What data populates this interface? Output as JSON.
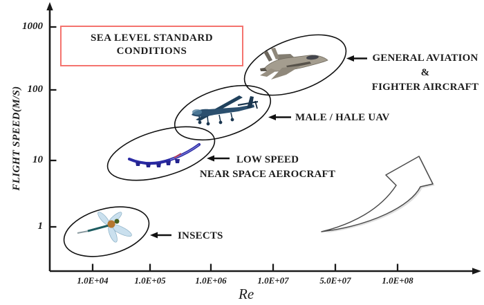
{
  "figure": {
    "condition_box": {
      "line1": "SEA LEVEL STANDARD",
      "line2": "CONDITIONS",
      "border_color": "#f4736e"
    },
    "y_axis": {
      "label": "FLIGHT SPEED(M/S)",
      "ticks": [
        "1000",
        "100",
        "10",
        "1"
      ]
    },
    "x_axis": {
      "label": "Re",
      "ticks": [
        "1.0E+04",
        "1.0E+05",
        "1.0E+06",
        "1.0E+07",
        "5.0E+07",
        "1.0E+08"
      ]
    },
    "annotations": {
      "general_aviation": {
        "line1": "GENERAL AVIATION",
        "line2": "&",
        "line3": "FIGHTER AIRCRAFT"
      },
      "male_hale": {
        "label": "MALE / HALE UAV"
      },
      "near_space": {
        "line1": "LOW SPEED",
        "line2": "NEAR SPACE AEROCRAFT"
      },
      "insects": {
        "label": "INSECTS"
      }
    },
    "icons": {
      "insects": "dragonfly-image",
      "near_space": "solar-wing-uav-image",
      "male_hale": "uav-drone-image",
      "general_aviation": "fighter-jet-image",
      "trend": "upward-curved-arrow-icon"
    },
    "colors": {
      "axis": "#1a1a1a",
      "ellipse": "#111111",
      "box_border": "#f4736e",
      "text": "#1c1c1c"
    }
  },
  "chart_data": {
    "type": "scatter",
    "title": "Flight regimes: flight speed vs Reynolds number at sea level standard conditions",
    "xlabel": "Re",
    "ylabel": "FLIGHT SPEED(M/S)",
    "x_scale": "log",
    "y_scale": "log",
    "x_tick_labels": [
      "1.0E+04",
      "1.0E+05",
      "1.0E+06",
      "1.0E+07",
      "5.0E+07",
      "1.0E+08"
    ],
    "y_tick_labels": [
      1,
      10,
      100,
      1000
    ],
    "xlim": [
      3000.0,
      200000000.0
    ],
    "ylim": [
      0.3,
      2000
    ],
    "grid": false,
    "annotation_box": "SEA LEVEL STANDARD CONDITIONS",
    "regions": [
      {
        "label": "INSECTS",
        "re_range": [
          3000.0,
          90000.0
        ],
        "speed_range_m_s": [
          0.35,
          2.1
        ],
        "center_re": 17000.0,
        "center_speed_m_s": 0.9
      },
      {
        "label": "LOW SPEED NEAR SPACE AEROCRAFT",
        "re_range": [
          18000.0,
          1200000.0
        ],
        "speed_range_m_s": [
          4.8,
          32
        ],
        "center_re": 150000.0,
        "center_speed_m_s": 12
      },
      {
        "label": "MALE / HALE UAV",
        "re_range": [
          250000.0,
          9000000.0
        ],
        "speed_range_m_s": [
          20,
          130
        ],
        "center_re": 1500000.0,
        "center_speed_m_s": 50
      },
      {
        "label": "GENERAL AVIATION & FIGHTER AIRCRAFT",
        "re_range": [
          3300000.0,
          57000000.0
        ],
        "speed_range_m_s": [
          90,
          730
        ],
        "center_re": 18000000.0,
        "center_speed_m_s": 260
      }
    ],
    "trend": "curved arrow indicating increase toward higher Re and higher flight speed"
  }
}
